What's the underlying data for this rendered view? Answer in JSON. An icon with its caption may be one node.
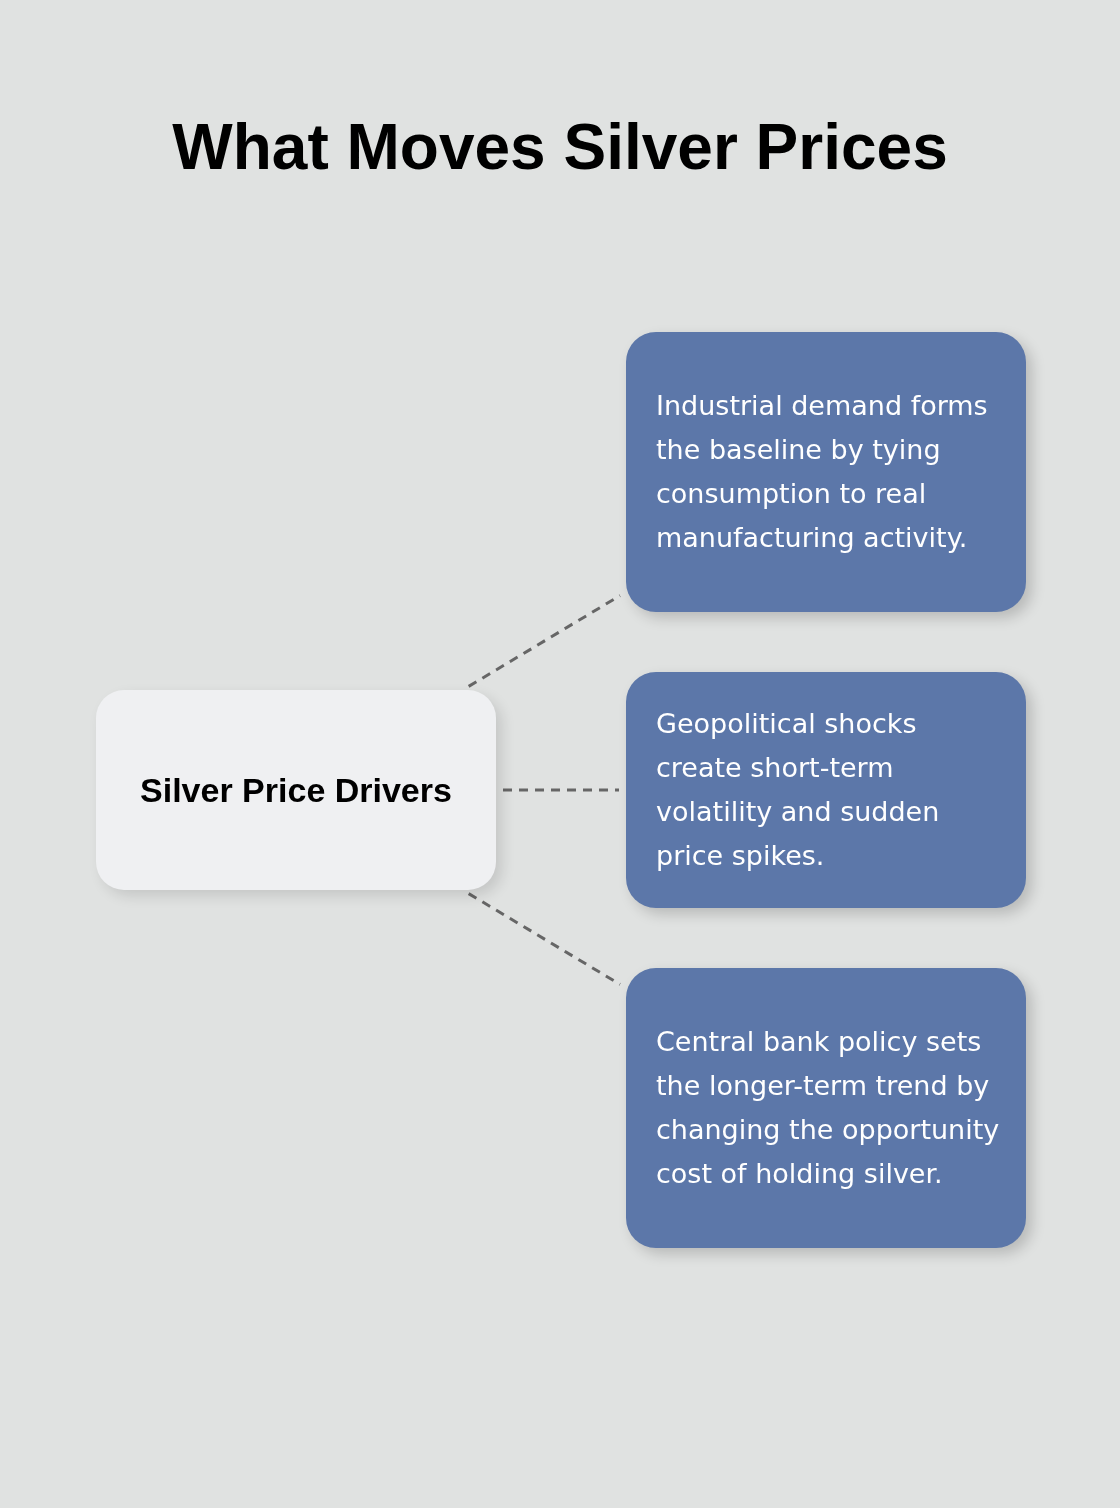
{
  "diagram": {
    "title": "What Moves Silver Prices",
    "nodes": [
      {
        "text": [
          "Silver Price Drivers"
        ]
      },
      {
        "text": [
          "Industrial demand forms the baseline by tying consumption to real manufacturing activity."
        ]
      },
      {
        "text": [
          "Geopolitical shocks create short-term volatility and sudden price spikes."
        ]
      },
      {
        "text": [
          "Central bank policy sets the longer-term trend by changing the opportunity cost of holding silver."
        ]
      }
    ],
    "edges": [
      {
        "from": 0,
        "to": 1,
        "arrow": "none",
        "style": "dashed"
      },
      {
        "from": 0,
        "to": 2,
        "arrow": "none",
        "style": "dashed"
      },
      {
        "from": 0,
        "to": 3,
        "arrow": "none",
        "style": "dashed"
      }
    ]
  }
}
